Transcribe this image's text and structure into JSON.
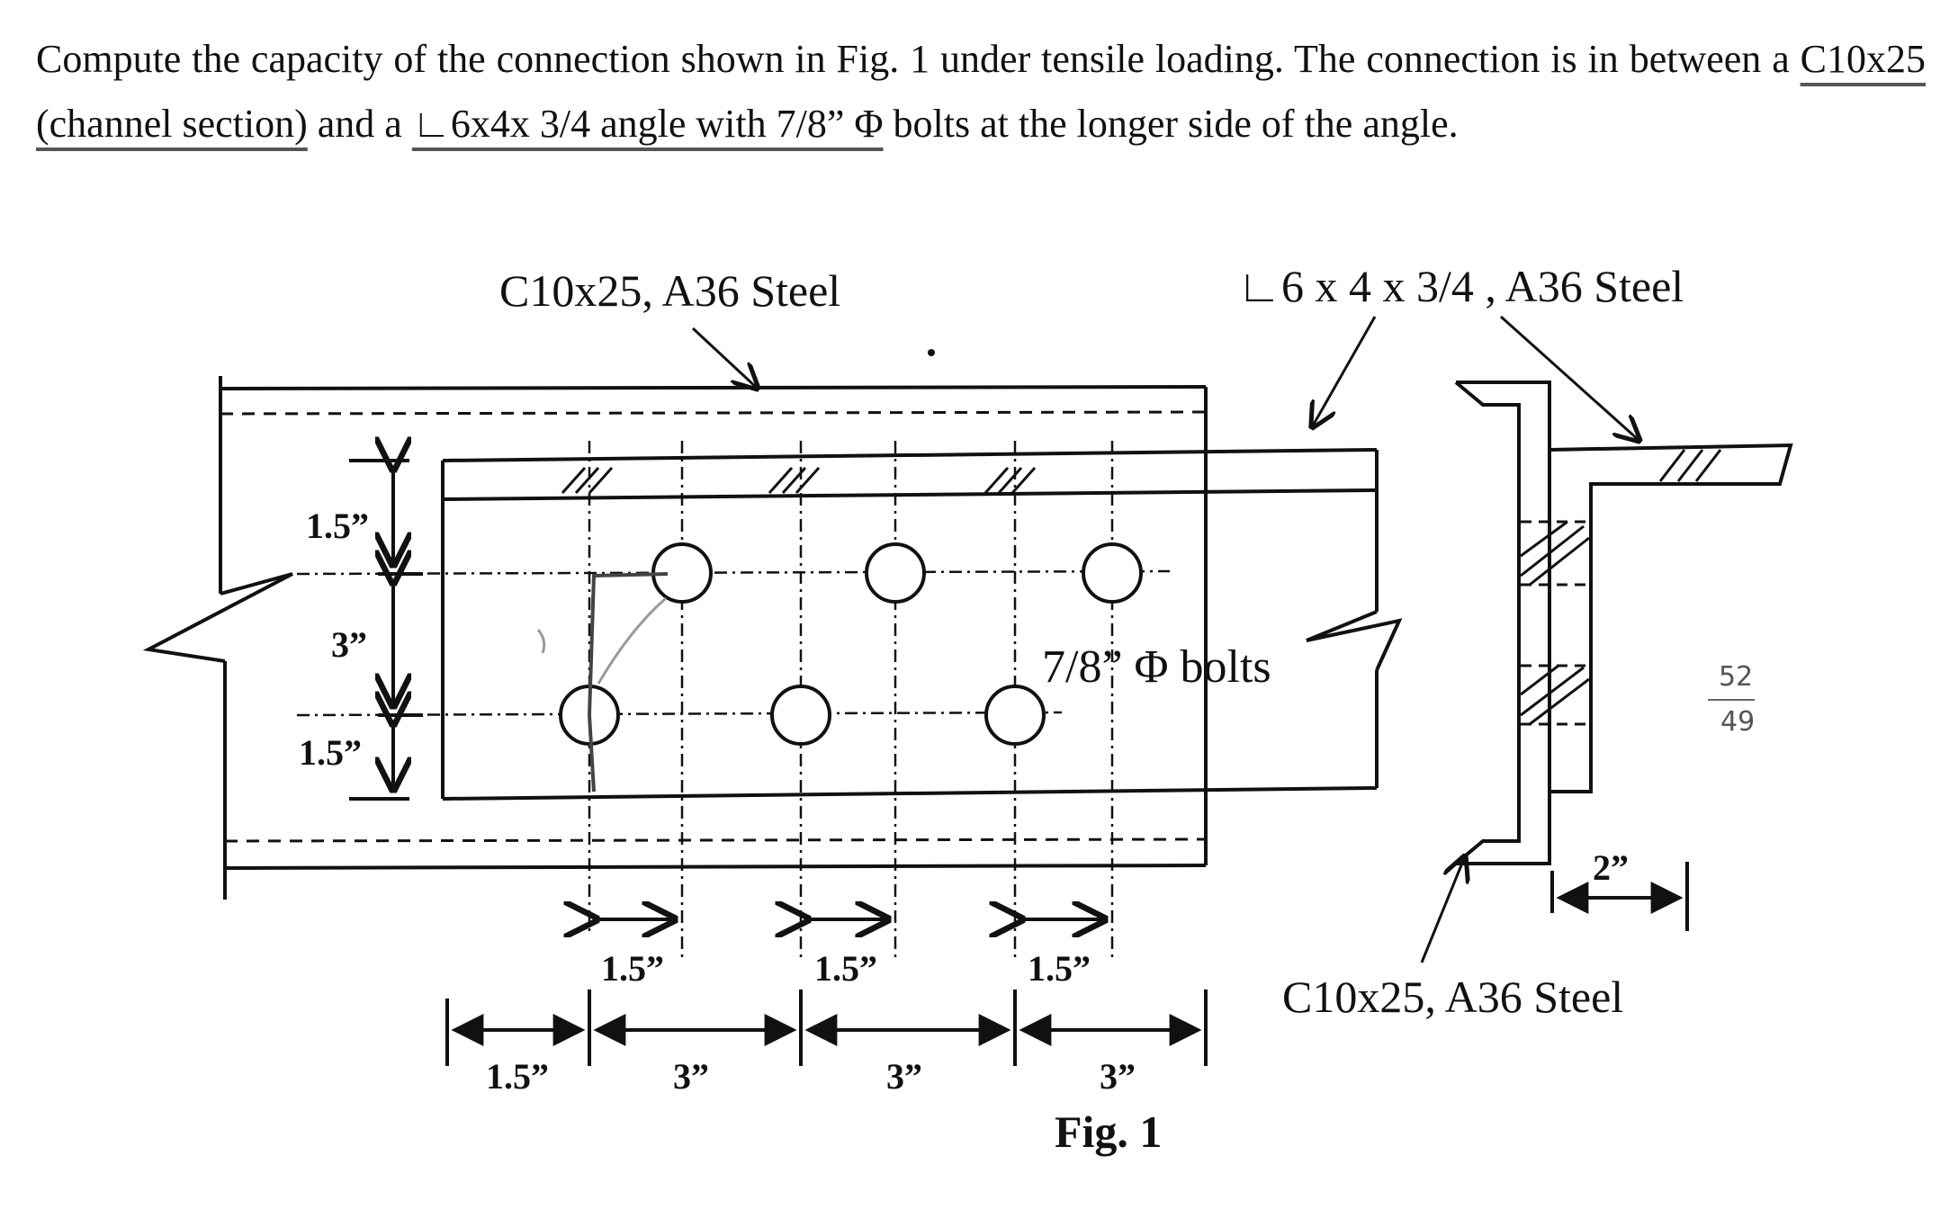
{
  "problem": {
    "p1": "Compute the capacity of the connection shown in Fig. 1 under tensile loading. The connection is in between a ",
    "channel": "C10x25 (channel section)",
    "p2": " and a ",
    "angle": "∟6x4x 3/4 angle with 7/8” Φ",
    "p3": " bolts at the longer side of the angle."
  },
  "figure": {
    "caption": "Fig. 1",
    "channel_top_label": "C10x25,  A36 Steel",
    "angle_label": "∟6 x 4 x 3/4 ,  A36 Steel",
    "channel_bottom_label": "C10x25,  A36 Steel",
    "bolt_label": "7/8” Φ bolts",
    "vertical_dims": [
      "1.5”",
      "3”",
      "1.5”"
    ],
    "pitch_small_dims": [
      "1.5”",
      "1.5”",
      "1.5”"
    ],
    "pitch_dims": [
      "1.5”",
      "3”",
      "3”",
      "3”"
    ],
    "angle_leg_dim": "2”",
    "margin_note_top": "52",
    "margin_note_bottom": "49"
  },
  "colors": {
    "ink": "#111111",
    "pencil": "#666666"
  }
}
